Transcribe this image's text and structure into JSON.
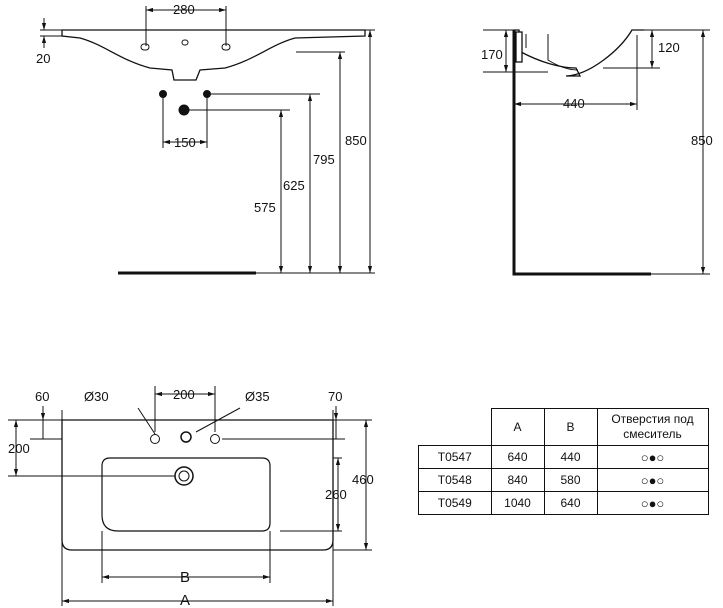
{
  "front_view": {
    "dim_holes": "280",
    "dim_rim": "20",
    "dim_waste_spacing": "150",
    "dim_waste_height": "575",
    "dim_supply_height": "625",
    "dim_top_height": "795",
    "dim_total_height": "850"
  },
  "side_view": {
    "dim_rim_depth": "170",
    "dim_bowl_depth": "120",
    "dim_projection": "440",
    "dim_total_height": "850"
  },
  "plan_view": {
    "dim_left_offset": "60",
    "dim_tap_hole": "Ø30",
    "dim_hole_spacing": "200",
    "dim_waste_hole": "Ø35",
    "dim_right_offset": "70",
    "dim_hole_depth": "200",
    "dim_depth": "460",
    "dim_bowl_depth": "260",
    "label_b": "B",
    "label_a": "A"
  },
  "spec_table": {
    "col_a": "A",
    "col_b": "B",
    "col_holes": "Отверстия под смеситель",
    "rows": [
      {
        "code": "T0547",
        "a": "640",
        "b": "440",
        "holes": "○●○"
      },
      {
        "code": "T0548",
        "a": "840",
        "b": "580",
        "holes": "○●○"
      },
      {
        "code": "T0549",
        "a": "1040",
        "b": "640",
        "holes": "○●○"
      }
    ]
  }
}
